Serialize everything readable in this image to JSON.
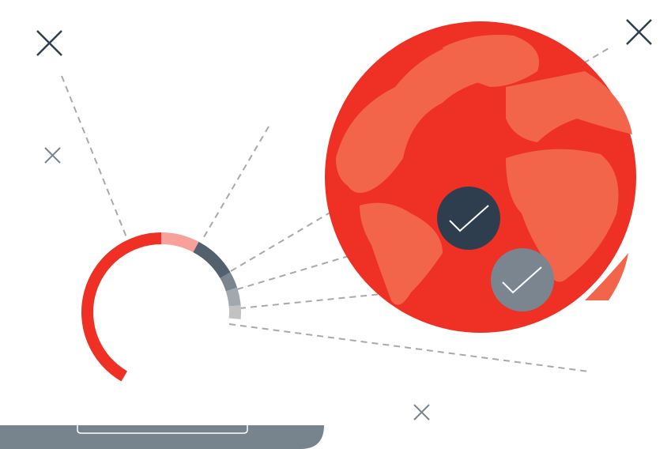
{
  "colors": {
    "red": "#ee3124",
    "land": "#f2654b",
    "dark": "#2f3e4f",
    "gray": "#7a858f",
    "dash": "#a4aab0"
  },
  "gauge_segments": [
    {
      "color": "#ee3124",
      "fraction": 0.4167
    },
    {
      "color": "#f7a19a",
      "fraction": 0.0778
    },
    {
      "color": "#53606e",
      "fraction": 0.0889
    },
    {
      "color": "#7a858f",
      "fraction": 0.0333
    },
    {
      "color": "#a0a8b0",
      "fraction": 0.0361
    },
    {
      "color": "#c2c2c2",
      "fraction": 0.0278
    }
  ],
  "icons": [
    "close-x-icon",
    "close-x-icon",
    "close-x-icon",
    "close-x-icon",
    "globe-icon",
    "check-icon",
    "check-icon",
    "laptop-icon"
  ]
}
